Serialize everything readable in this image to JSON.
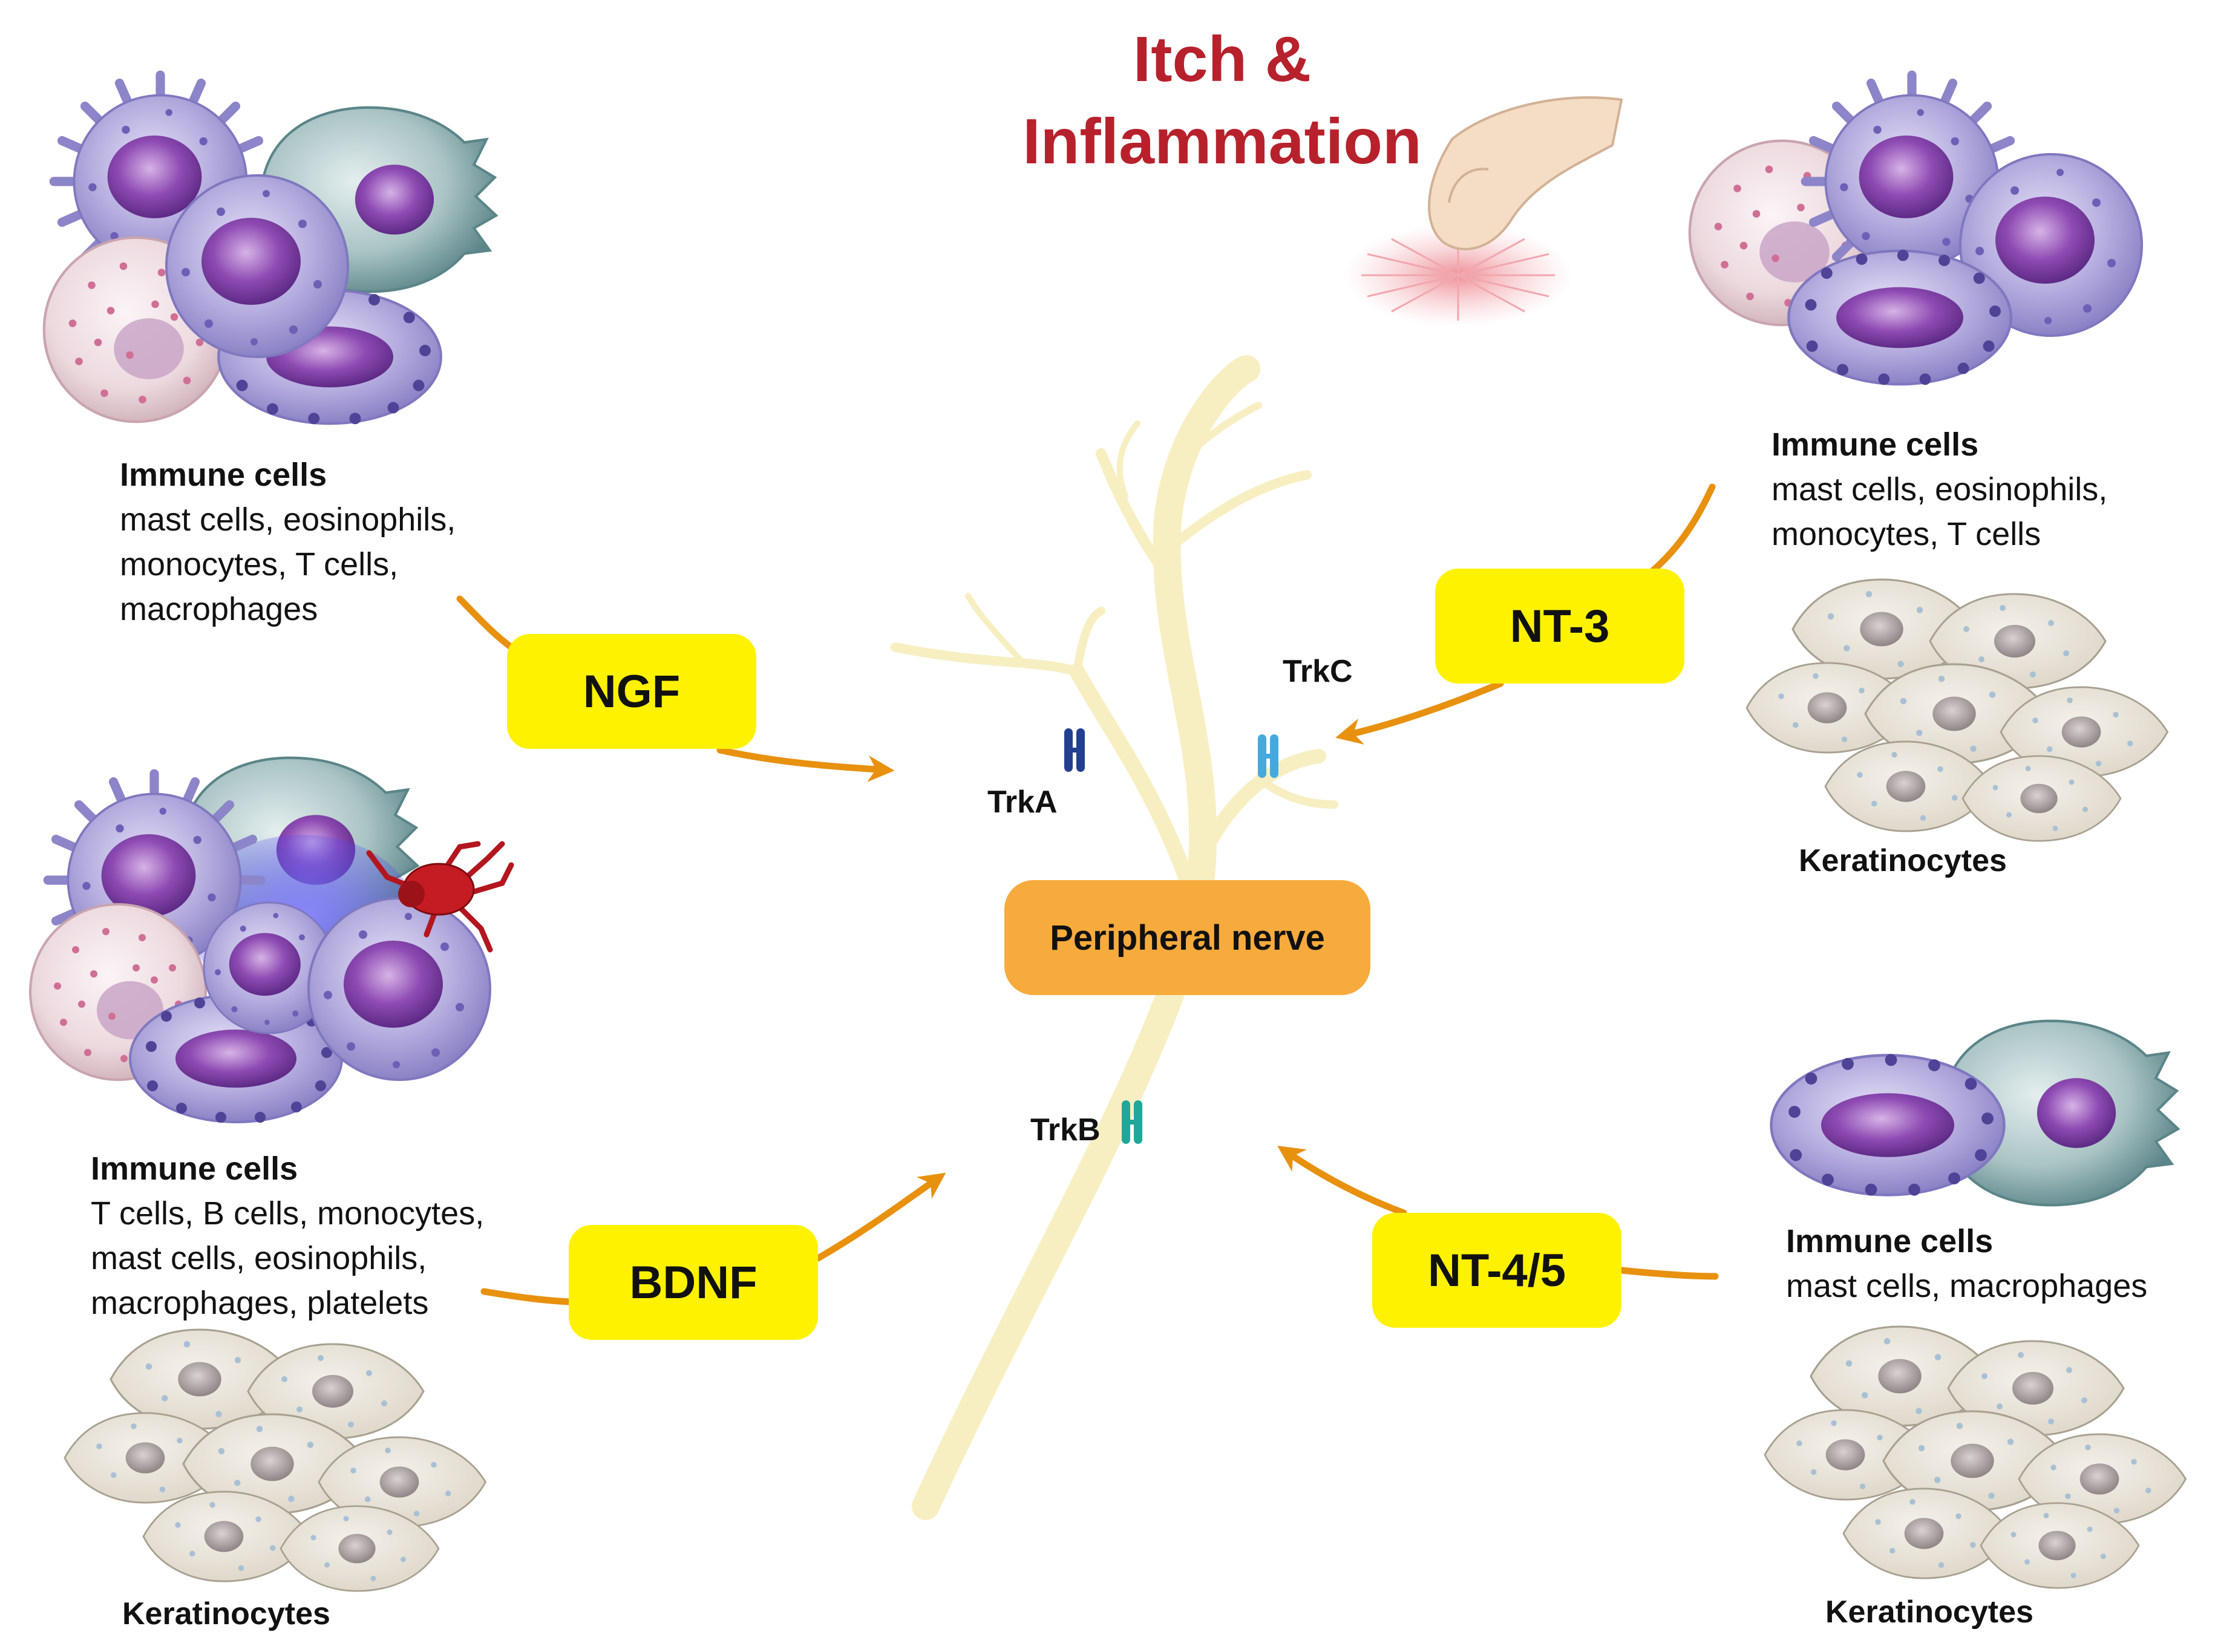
{
  "title": {
    "line1": "Itch &",
    "line2": "Inflammation"
  },
  "center": {
    "label": "Peripheral nerve"
  },
  "receptors": {
    "trka": {
      "label": "TrkA",
      "color": "#233f8f"
    },
    "trkb": {
      "label": "TrkB",
      "color": "#1fa79a"
    },
    "trkc": {
      "label": "TrkC",
      "color": "#45a9de"
    }
  },
  "factors": [
    {
      "id": "ngf",
      "label": "NGF"
    },
    {
      "id": "bdnf",
      "label": "BDNF"
    },
    {
      "id": "nt3",
      "label": "NT-3"
    },
    {
      "id": "nt45",
      "label": "NT-4/5"
    }
  ],
  "sources": {
    "top_left": {
      "title": "Immune cells",
      "lines": [
        "mast cells, eosinophils,",
        "monocytes, T cells,",
        "macrophages"
      ]
    },
    "bottom_left": {
      "title": "Immune cells",
      "lines": [
        "T cells, B cells, monocytes,",
        "mast cells, eosinophils,",
        "macrophages, platelets"
      ],
      "keratinocytes": "Keratinocytes"
    },
    "top_right": {
      "title": "Immune cells",
      "lines": [
        "mast cells, eosinophils,",
        "monocytes, T cells"
      ],
      "keratinocytes": "Keratinocytes"
    },
    "bottom_right": {
      "title": "Immune cells",
      "lines": [
        "mast cells, macrophages"
      ],
      "keratinocytes": "Keratinocytes"
    }
  },
  "colors": {
    "factor_box": "#fff200",
    "nerve_box": "#f7ab3c",
    "arrow": "#e8910f",
    "nerve": "#f7efc2",
    "title": "#b7212c"
  }
}
